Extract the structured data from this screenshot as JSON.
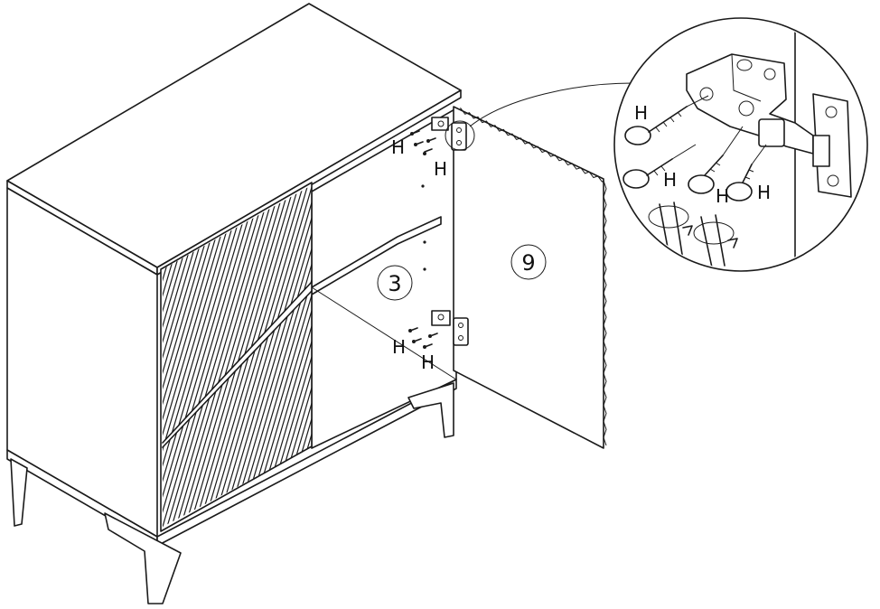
{
  "screw_label": "H",
  "step_labels": {
    "shelf": "3",
    "door": "9"
  },
  "colors": {
    "line": "#1a1a1a",
    "background": "#ffffff"
  },
  "icons": [
    "hinge-icon",
    "screw-icon",
    "screwdriver-rotation-icon"
  ]
}
